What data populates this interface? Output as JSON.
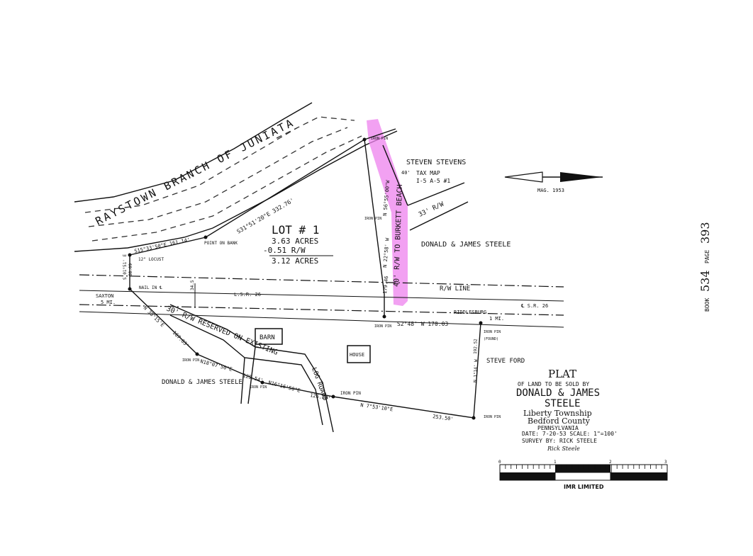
{
  "river": {
    "label": "RAYSTOWN BRANCH OF JUNIATA"
  },
  "lot": {
    "title": "LOT # 1",
    "acres": "3.63 ACRES",
    "rw": "-0.51 R/W",
    "net": "3.12 ACRES"
  },
  "bearings": {
    "river_line": "S31°51'20\"E   332.76'",
    "west_short": "S15°33'50\"E   161.14'",
    "east_top": "N 56°55'00\"W",
    "east_mid": "N 22°58' W",
    "east_len": "179.46",
    "south_road": "S2°48' W     170.03",
    "west_side": "S 01°51' E",
    "west_len": "68.09",
    "west_dist": "34.5",
    "diag": "N 38°15'E",
    "diag_len": "167.63'",
    "seg1": "N18°07'50\"E",
    "seg1_len": "125.54'",
    "seg2": "N16°16'50\"E",
    "seg2_len": "126.83'",
    "bottom": "N 7°53'10\"E",
    "bottom_len": "253.50'",
    "se_bearing": "N 1°14' W",
    "se_len": "192.52",
    "forty": "40'"
  },
  "labels": {
    "point_on_bank": "POINT ON BANK",
    "locust": "12\" LOCUST",
    "nail": "NAIL IN ℄",
    "saxton": "SAXTON",
    "saxton_mi": "5 MI.",
    "rw_line": "R/W LINE",
    "lsr_left": "L.S.R. 26",
    "lsr_right": "℄ S.R. 26",
    "riddlesburg": "RIDDLESBURG",
    "riddlesburg_mi": "1 MI.",
    "iron_pin": "IRON PIN",
    "iron_pin_found": "(FOUND)",
    "rw_reserved": "30' R/W RESERVED ON EXISTING",
    "log_roads": "LOG ROADS",
    "barn": "BARN",
    "house": "HOUSE",
    "rw_33": "33' R/W",
    "burkett": "40' R/W TO BURKETT BEACH"
  },
  "owners": {
    "stevens_name": "STEVEN STEVENS",
    "stevens_tax": "TAX MAP",
    "stevens_parcel": "I-5 A-5 #1",
    "steele_east": "DONALD & JAMES STEELE",
    "steele_west": "DONALD & JAMES STEELE",
    "ford": "STEVE FORD"
  },
  "north": {
    "label": "MAG. 1953"
  },
  "title_block": {
    "plat": "PLAT",
    "sub": "OF LAND TO BE SOLD BY",
    "owners": "DONALD & JAMES",
    "surname": "STEELE",
    "township": "Liberty Township",
    "county": "Bedford County",
    "state": "PENNSYLVANIA",
    "date_scale": "DATE: 7-20-53  SCALE: 1\"=100'",
    "survey": "SURVEY BY: RICK STEELE",
    "signature": "Rick Steele"
  },
  "book_stamp": {
    "book_label": "BOOK",
    "book_no": "534",
    "page_label": "PAGE",
    "page_no": "393"
  },
  "scale_bar": {
    "ticks": [
      "0",
      "1",
      "2",
      "3"
    ],
    "brand": "IMR LIMITED"
  },
  "colors": {
    "highlight": "#ee82ee",
    "ink": "#111111"
  }
}
